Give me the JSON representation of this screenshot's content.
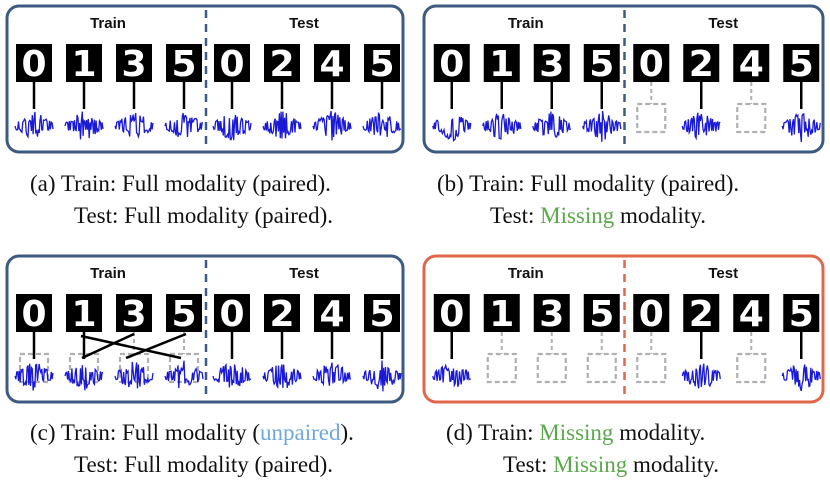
{
  "panels": [
    {
      "id": "a",
      "border_color": "#3d5a80",
      "train_label": "Train",
      "test_label": "Test",
      "train_digits": [
        "0",
        "1",
        "3",
        "5"
      ],
      "test_digits": [
        "0",
        "2",
        "4",
        "5"
      ],
      "train_signal": [
        true,
        true,
        true,
        true
      ],
      "test_signal": [
        true,
        true,
        true,
        true
      ],
      "train_image_missing": [
        false,
        false,
        false,
        false
      ],
      "test_image_missing": [
        false,
        false,
        false,
        false
      ],
      "crossed": false,
      "caption_line1": [
        {
          "text": "(a) Train: Full modality (paired)."
        }
      ],
      "caption_line2": [
        {
          "text": "Test: Full modality (paired)."
        }
      ]
    },
    {
      "id": "b",
      "border_color": "#3d5a80",
      "train_label": "Train",
      "test_label": "Test",
      "train_digits": [
        "0",
        "1",
        "3",
        "5"
      ],
      "test_digits": [
        "0",
        "2",
        "4",
        "5"
      ],
      "train_signal": [
        true,
        true,
        true,
        true
      ],
      "test_signal": [
        false,
        true,
        false,
        true
      ],
      "train_image_missing": [
        false,
        false,
        false,
        false
      ],
      "test_image_missing": [
        false,
        false,
        false,
        false
      ],
      "crossed": false,
      "caption_line1": [
        {
          "text": "(b) Train: Full modality (paired)."
        }
      ],
      "caption_line2": [
        {
          "text": "Test: "
        },
        {
          "text": "Missing",
          "color": "green"
        },
        {
          "text": " modality."
        }
      ]
    },
    {
      "id": "c",
      "border_color": "#3d5a80",
      "train_label": "Train",
      "test_label": "Test",
      "train_digits": [
        "0",
        "1",
        "3",
        "5"
      ],
      "test_digits": [
        "0",
        "2",
        "4",
        "5"
      ],
      "train_signal": [
        true,
        true,
        true,
        true
      ],
      "test_signal": [
        true,
        true,
        true,
        true
      ],
      "train_image_missing": [
        false,
        false,
        false,
        false
      ],
      "test_image_missing": [
        false,
        false,
        false,
        false
      ],
      "crossed": true,
      "caption_line1": [
        {
          "text": "(c) Train: Full modality ("
        },
        {
          "text": "unpaired",
          "color": "blue"
        },
        {
          "text": ")."
        }
      ],
      "caption_line2": [
        {
          "text": "Test: Full modality (paired)."
        }
      ]
    },
    {
      "id": "d",
      "border_color": "#e0674a",
      "train_label": "Train",
      "test_label": "Test",
      "train_digits": [
        "0",
        "1",
        "3",
        "5"
      ],
      "test_digits": [
        "0",
        "2",
        "4",
        "5"
      ],
      "train_signal": [
        true,
        false,
        false,
        false
      ],
      "test_signal": [
        false,
        true,
        false,
        true
      ],
      "train_image_missing": [
        false,
        false,
        false,
        false
      ],
      "test_image_missing": [
        false,
        false,
        false,
        false
      ],
      "crossed": false,
      "caption_line1": [
        {
          "text": "(d) Train: "
        },
        {
          "text": "Missing",
          "color": "green"
        },
        {
          "text": " modality."
        }
      ],
      "caption_line2": [
        {
          "text": "Test: "
        },
        {
          "text": "Missing",
          "color": "green"
        },
        {
          "text": " modality."
        }
      ]
    }
  ],
  "colors": {
    "signal": "#1a1ad6",
    "missing_box": "#b0b0b0",
    "solid_connector": "#000000",
    "tile_bg": "#000000",
    "caption_green": "#5aa84b",
    "caption_blue": "#6fa8dc"
  }
}
